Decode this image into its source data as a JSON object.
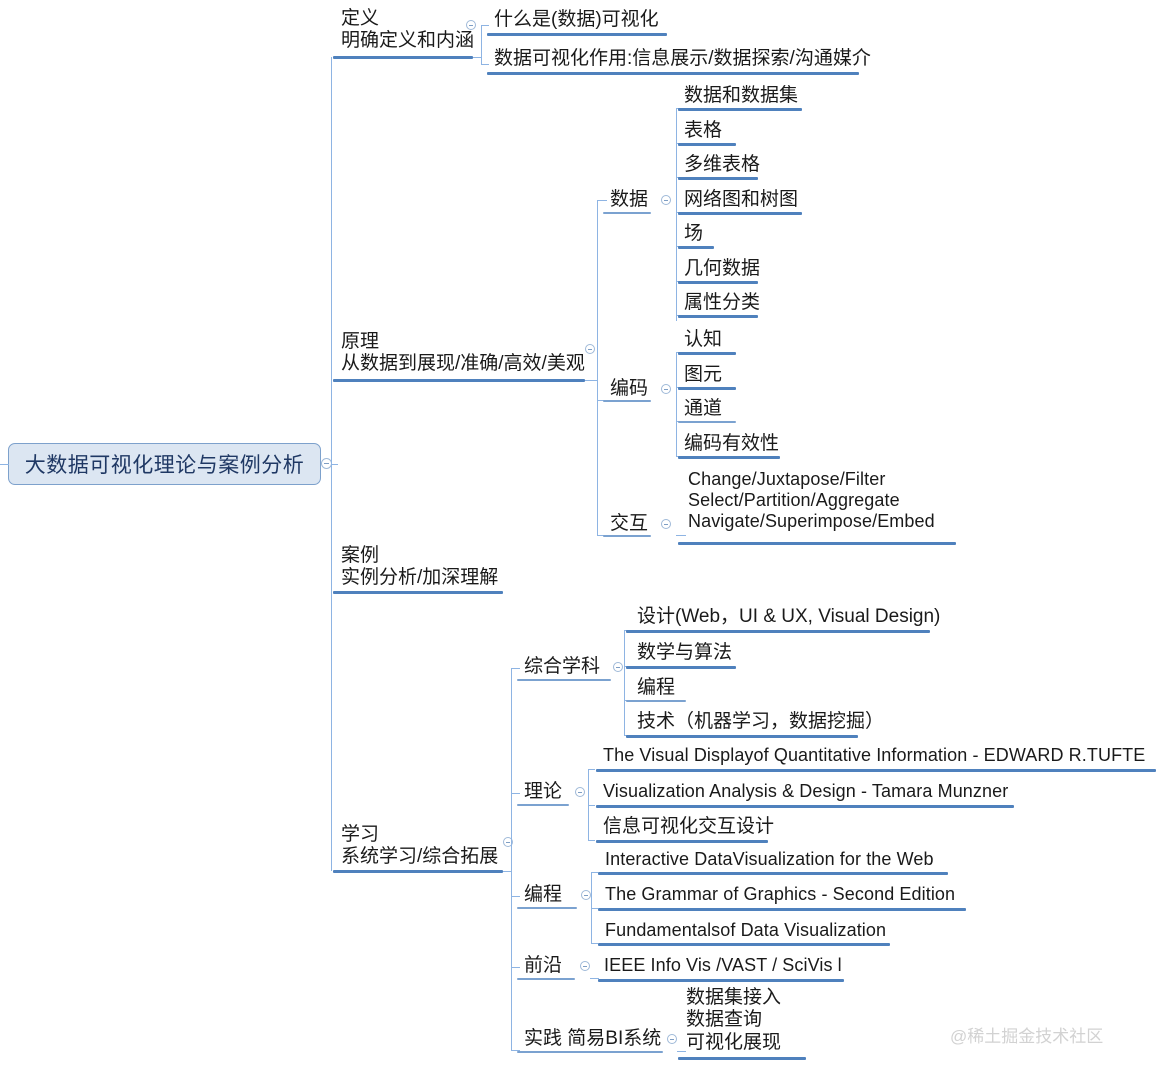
{
  "root": {
    "label": "大数据可视化理论与案例分析",
    "fill": "#dce6f2",
    "border": "#7da1cc",
    "text_color": "#1f3864"
  },
  "theme": {
    "underline_color": "#4f81bd",
    "connector_color": "#8eb4e3",
    "watermark_color": "#d2d2d2"
  },
  "watermark": "@稀土掘金技术社区",
  "branches": {
    "definition": {
      "title": "定义",
      "subtitle": "明确定义和内涵",
      "children": [
        "什么是(数据)可视化",
        "数据可视化作用:信息展示/数据探索/沟通媒介"
      ]
    },
    "principle": {
      "title": "原理",
      "subtitle": "从数据到展现/准确/高效/美观",
      "groups": [
        {
          "label": "数据",
          "children": [
            "数据和数据集",
            "表格",
            "多维表格",
            "网络图和树图",
            "场",
            "几何数据",
            "属性分类"
          ]
        },
        {
          "label": "编码",
          "children": [
            "认知",
            "图元",
            "通道",
            "编码有效性"
          ]
        },
        {
          "label": "交互",
          "children": [
            "Change/Juxtapose/Filter",
            "Select/Partition/Aggregate",
            "Navigate/Superimpose/Embed"
          ]
        }
      ]
    },
    "cases": {
      "title": "案例",
      "subtitle": "实例分析/加深理解"
    },
    "study": {
      "title": "学习",
      "subtitle": "系统学习/综合拓展",
      "groups": [
        {
          "label": "综合学科",
          "children": [
            "设计(Web，UI & UX, Visual Design)",
            "数学与算法",
            "编程",
            "技术（机器学习，数据挖掘）"
          ]
        },
        {
          "label": "理论",
          "children": [
            "The Visual Displayof Quantitative Information - EDWARD R.TUFTE",
            "Visualization Analysis & Design - Tamara Munzner",
            "信息可视化交互设计"
          ]
        },
        {
          "label": "编程",
          "children": [
            "Interactive DataVisualization for the Web",
            "The Grammar of Graphics - Second Edition",
            "Fundamentalsof Data Visualization"
          ]
        },
        {
          "label": "前沿",
          "children": [
            "IEEE Info Vis /VAST / SciVis l"
          ]
        },
        {
          "label": "实践 简易BI系统",
          "children": [
            "数据集接入",
            "数据查询",
            "可视化展现"
          ]
        }
      ]
    }
  }
}
